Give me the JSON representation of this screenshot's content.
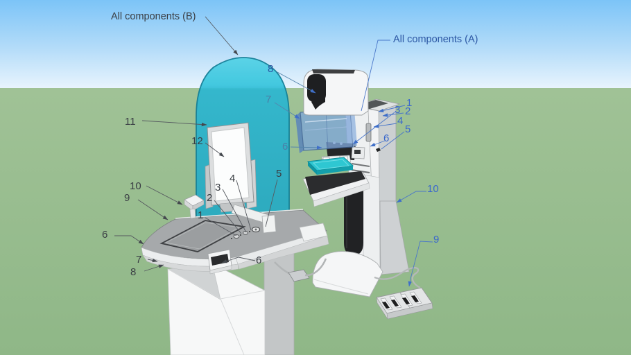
{
  "annotations": {
    "group_b": {
      "title": "All components (B)",
      "numbers": {
        "n1": "1",
        "n2": "2",
        "n3": "3",
        "n4": "4",
        "n5": "5",
        "n6a": "6",
        "n6b": "6",
        "n7": "7",
        "n8": "8",
        "n9": "9",
        "n10": "10",
        "n11": "11",
        "n12": "12"
      }
    },
    "group_a": {
      "title": "All components (A)",
      "numbers": {
        "n1": "1",
        "n2": "2",
        "n3": "3",
        "n4": "4",
        "n5": "5",
        "n6a": "6",
        "n6b": "6",
        "n7": "7",
        "n8": "8",
        "n9": "9",
        "n10": "10"
      }
    }
  },
  "colors": {
    "sky_top": "#7cc4f7",
    "sky_horizon": "#e8f4fd",
    "ground": "#9ec295",
    "ground_bottom": "#8fb787",
    "dome_cyan": "#2eb7d0",
    "face_shield_blue": "#7fa7d9",
    "paddle_teal": "#2ec7d2",
    "label_dark": "#3a3e44",
    "label_blue": "#3a68cc"
  }
}
